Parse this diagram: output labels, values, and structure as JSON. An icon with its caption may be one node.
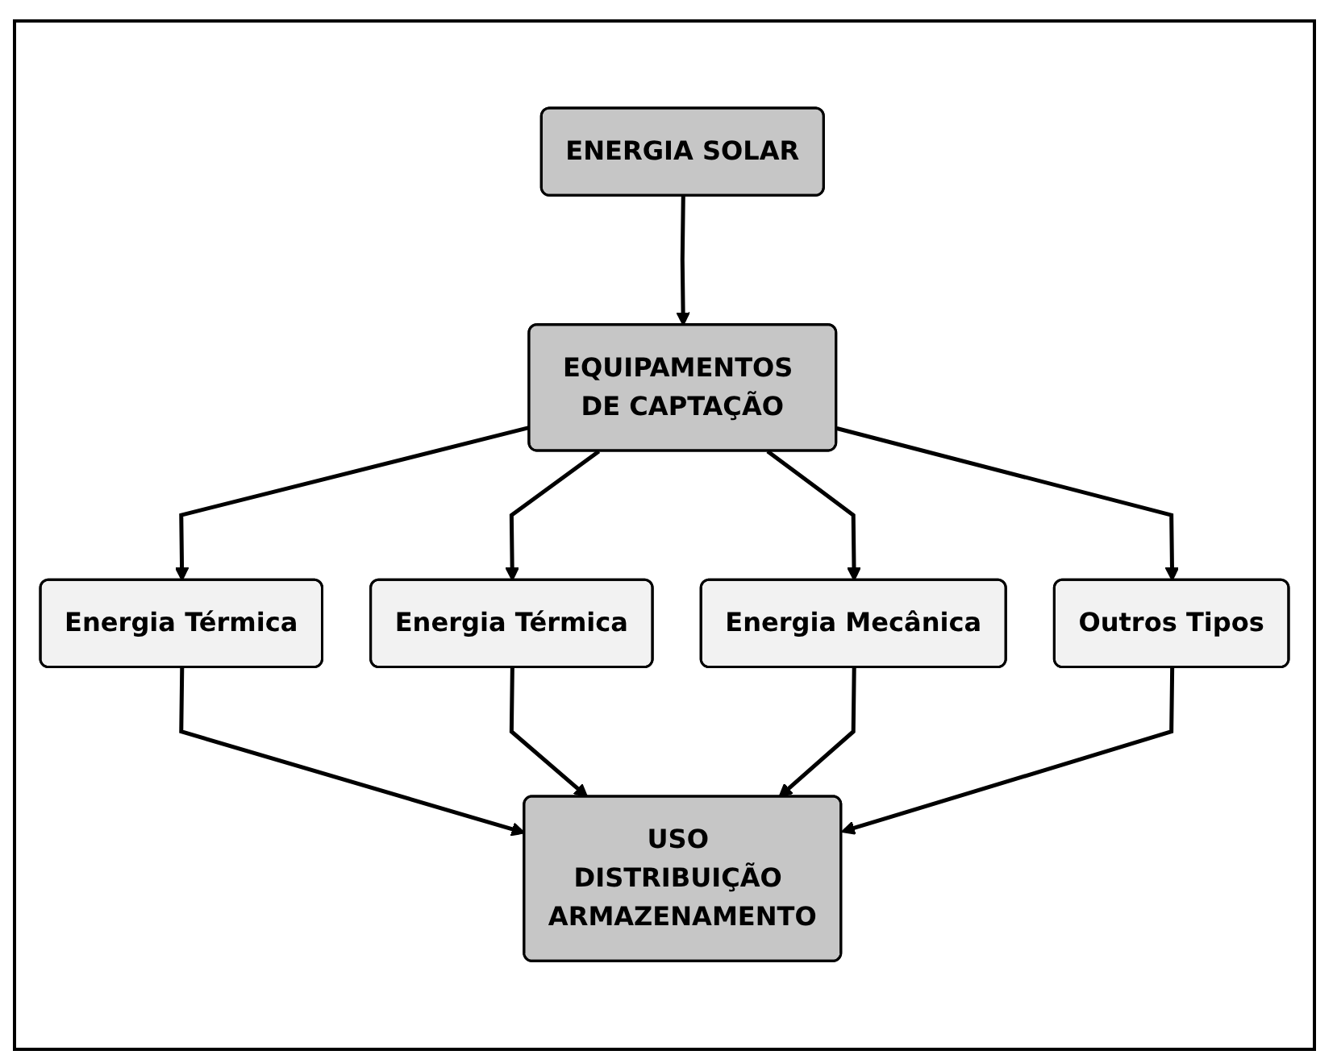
{
  "diagram": {
    "nodes": [
      {
        "text": [
          "ENERGIA SOLAR"
        ]
      },
      {
        "text": [
          "EQUIPAMENTOS DE CAPTAÇÃO"
        ]
      },
      {
        "text": [
          "Energia Térmica"
        ]
      },
      {
        "text": [
          "Energia Térmica"
        ]
      },
      {
        "text": [
          "Energia Mecânica"
        ]
      },
      {
        "text": [
          "Outros Tipos"
        ]
      },
      {
        "text": [
          "USO DISTRIBUIÇÃO ARMAZENAMENTO"
        ]
      }
    ],
    "edges": [
      {
        "from": 0,
        "to": 1,
        "arrow": "to"
      },
      {
        "from": 1,
        "to": 2,
        "arrow": "to"
      },
      {
        "from": 1,
        "to": 3,
        "arrow": "to"
      },
      {
        "from": 1,
        "to": 4,
        "arrow": "to"
      },
      {
        "from": 1,
        "to": 5,
        "arrow": "to"
      },
      {
        "from": 2,
        "to": 6,
        "arrow": "to"
      },
      {
        "from": 3,
        "to": 6,
        "arrow": "to"
      },
      {
        "from": 4,
        "to": 6,
        "arrow": "to"
      },
      {
        "from": 5,
        "to": 6,
        "arrow": "to"
      }
    ]
  }
}
